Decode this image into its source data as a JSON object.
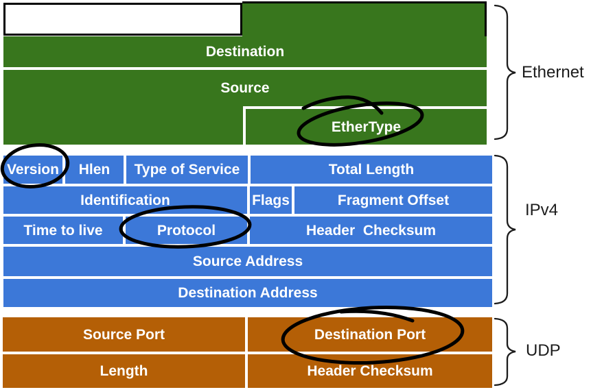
{
  "sections": {
    "ethernet": {
      "label": "Ethernet",
      "color": "#38761D",
      "fields": {
        "destination": "Destination",
        "source": "Source",
        "ethertype": "EtherType"
      }
    },
    "ipv4": {
      "label": "IPv4",
      "color": "#3C78D8",
      "fields": {
        "version": "Version",
        "hlen": "Hlen",
        "type_of_service": "Type of Service",
        "total_length": "Total Length",
        "identification": "Identification",
        "flags": "Flags",
        "fragment_offset": "Fragment Offset",
        "time_to_live": "Time to live",
        "protocol": "Protocol",
        "header_checksum": "Header  Checksum",
        "source_address": "Source Address",
        "destination_address": "Destination Address"
      }
    },
    "udp": {
      "label": "UDP",
      "color": "#B45F06",
      "fields": {
        "source_port": "Source Port",
        "destination_port": "Destination Port",
        "length": "Length",
        "header_checksum": "Header Checksum"
      }
    }
  },
  "annotations": {
    "circled_fields": [
      "EtherType",
      "Version",
      "Protocol",
      "Destination Port"
    ]
  }
}
